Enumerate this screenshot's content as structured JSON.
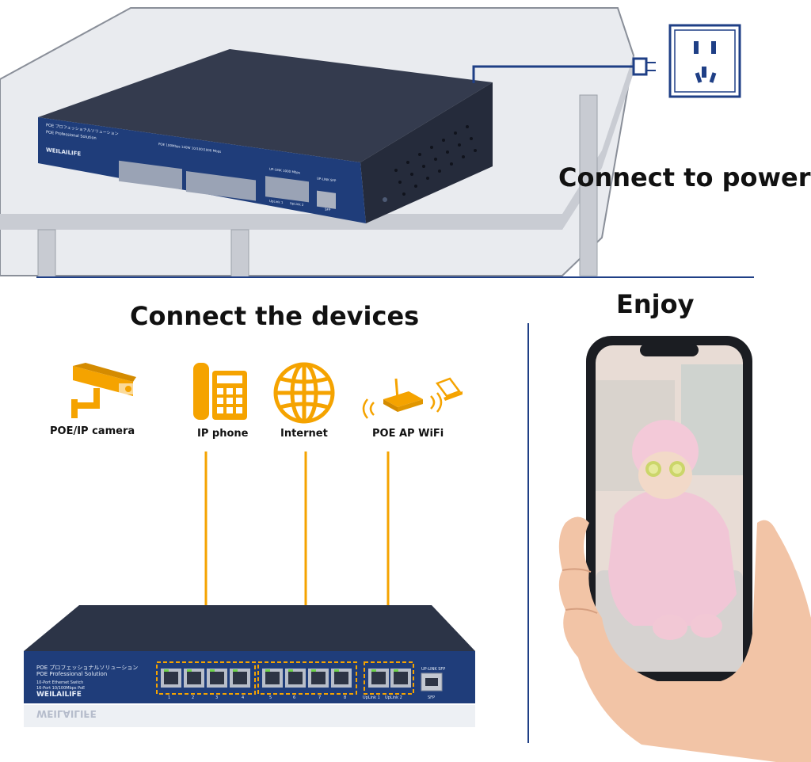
{
  "top_section": {
    "heading": "Connect to power",
    "switch_top": {
      "line1": "POE プロフェッショナルソリューション",
      "line2": "POE Professional Solution",
      "brand": "WEILAILIFE",
      "group_label": "POE 100Mbps 140W 10/100/1000 Mbps",
      "uplink_label": "UP-LINK 1000 Mbps",
      "sfp_label": "UP-LINK SFP",
      "uplink1": "UpLink 1",
      "uplink2": "UpLink 2",
      "sfp": "SFP"
    }
  },
  "left_section": {
    "heading": "Connect the devices",
    "devices": [
      {
        "label": "POE/IP camera",
        "icon": "cctv-camera-icon"
      },
      {
        "label": "IP phone",
        "icon": "ip-phone-icon"
      },
      {
        "label": "Internet",
        "icon": "globe-icon"
      },
      {
        "label": "POE AP WiFi",
        "icon": "wifi-router-icon"
      }
    ],
    "switch": {
      "line1": "POE プロフェッショナルソリューション",
      "line2": "POE Professional Solution",
      "line3": "10-Port Ethernet Switch",
      "line4": "16-Port 10/100Mbps PoE",
      "brand": "WEILAILIFE",
      "port_numbers": [
        "1",
        "2",
        "3",
        "4",
        "5",
        "6",
        "7",
        "8"
      ],
      "uplink1": "UpLink 1",
      "uplink2": "UpLink 2",
      "sfp_label": "UP-LINK SFP",
      "sfp": "SFP",
      "reflection": "WEILAILIFE"
    }
  },
  "right_section": {
    "heading": "Enjoy"
  },
  "colors": {
    "accent_orange": "#f5a300",
    "divider_blue": "#1f3f86",
    "switch_body": "#2b3a5e",
    "switch_front": "#1f3d7a"
  }
}
